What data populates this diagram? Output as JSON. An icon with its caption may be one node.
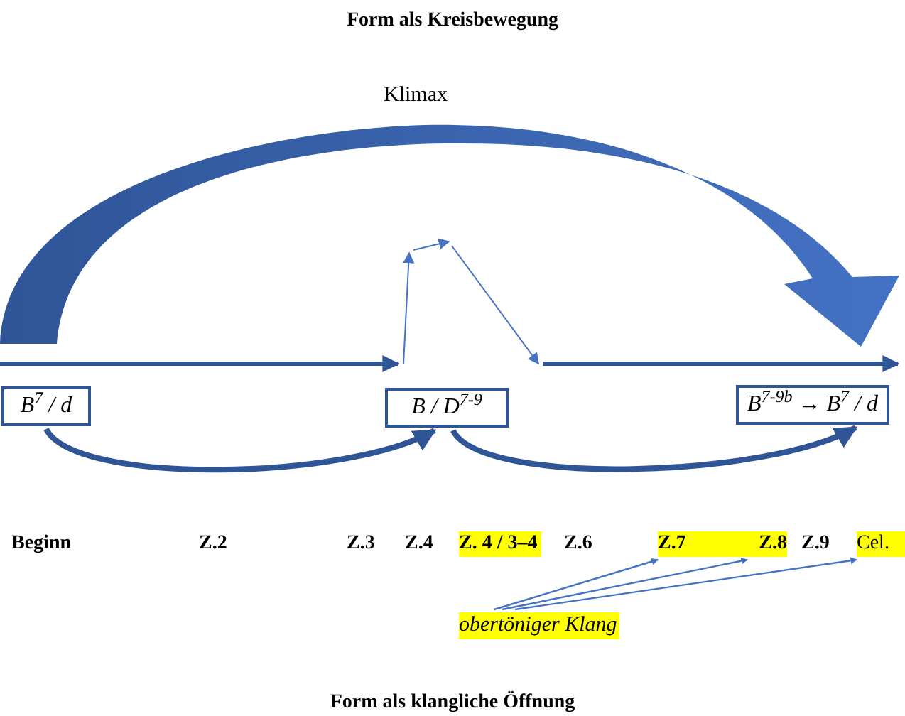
{
  "diagram": {
    "title": "Form als Kreisbewegung",
    "caption": "Form als klangliche Öffnung",
    "nodes": [
      {
        "text": [
          "B$^{7}$ / d"
        ]
      },
      {
        "text": [
          "B  /  D$^{7-9}$"
        ]
      },
      {
        "text": [
          "B$^{7-9b}$ → B$^{7}$ / d"
        ]
      },
      {
        "text": [
          "obertöniger Klang"
        ]
      },
      {
        "text": [
          "Z. 4 / 3–4"
        ]
      },
      {
        "text": [
          "Z.7"
        ]
      },
      {
        "text": [
          "Z.8"
        ]
      },
      {
        "text": [
          "Cel."
        ]
      }
    ],
    "edges": [
      {
        "from": 0,
        "to": 1,
        "arrow": "to",
        "style": "thick",
        "color": "#2f5597"
      },
      {
        "from": 1,
        "to": 2,
        "arrow": "to",
        "style": "thick",
        "color": "#2f5597"
      },
      {
        "from": 3,
        "to": 5,
        "arrow": "to"
      },
      {
        "from": 3,
        "to": 6,
        "arrow": "to"
      },
      {
        "from": 3,
        "to": 7,
        "arrow": "to"
      }
    ],
    "labels": [
      "Klimax",
      "Beginn",
      "Z.2",
      "Z.3",
      "Z.4",
      "Z.6",
      "Z.9"
    ]
  }
}
